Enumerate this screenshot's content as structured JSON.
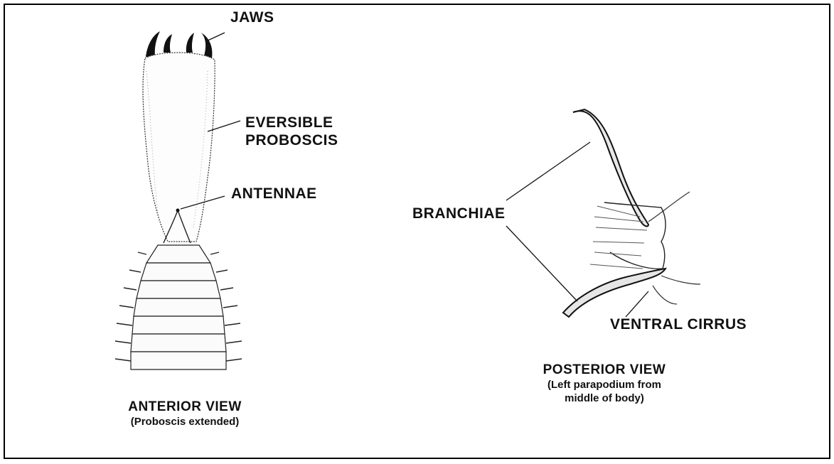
{
  "labels": {
    "jaws": "JAWS",
    "proboscis_line1": "EVERSIBLE",
    "proboscis_line2": "PROBOSCIS",
    "antennae": "ANTENNAE",
    "branchiae": "BRANCHIAE",
    "ventral_cirrus": "VENTRAL CIRRUS"
  },
  "captions": {
    "anterior_title": "ANTERIOR VIEW",
    "anterior_subtitle": "(Proboscis extended)",
    "posterior_title": "POSTERIOR VIEW",
    "posterior_subtitle_line1": "(Left parapodium from",
    "posterior_subtitle_line2": "middle of body)"
  }
}
